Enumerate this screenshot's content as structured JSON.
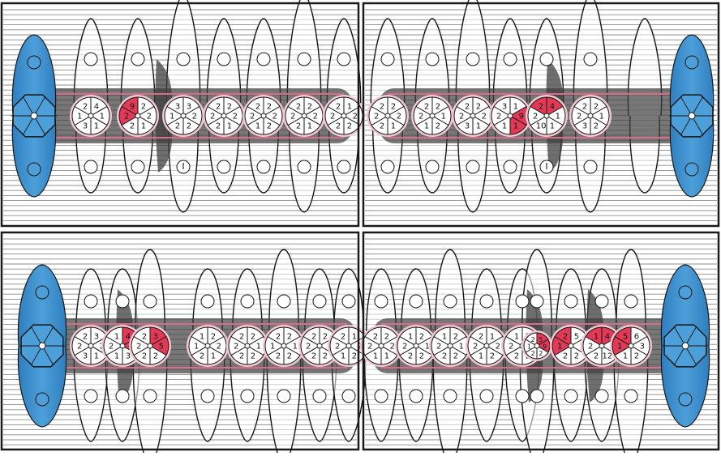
{
  "colors": {
    "frame": "#1a1a1a",
    "hatch": "#8c8c8c",
    "background": "#ffffff",
    "band_shadow": "#3d3d3d",
    "gum_line": "#d96c86",
    "tooth_fill": "#ffffff",
    "tooth_pink_tint": "#f2c9d3",
    "red_sector": "#e23a56",
    "yellow_sector": "#f0d21e",
    "molar_blue": "#4d9fd9",
    "molar_blue_dark": "#2f7fbf",
    "outline": "#161616"
  },
  "quadrants": [
    {
      "id": "upper-right",
      "teeth": [
        {
          "nums": [
            "4",
            "1",
            "1",
            "3",
            "1",
            "2"
          ],
          "red": []
        },
        {
          "nums": [
            "2",
            "2",
            "1",
            "2",
            "2",
            "9"
          ],
          "red": [
            4,
            5
          ]
        },
        {
          "nums": [
            "3",
            "2",
            "2",
            "2",
            "1",
            "3"
          ],
          "red": []
        },
        {
          "nums": [
            "2",
            "2",
            "1",
            "2",
            "2",
            "2"
          ],
          "red": []
        },
        {
          "nums": [
            "2",
            "2",
            "2",
            "1",
            "2",
            "2"
          ],
          "red": []
        },
        {
          "nums": [
            "2",
            "2",
            "1",
            "2",
            "2",
            "2"
          ],
          "red": []
        },
        {
          "nums": [
            "1",
            "2",
            "2",
            "2",
            "2",
            "2"
          ],
          "red": []
        }
      ],
      "roots": [
        "",
        "",
        "I",
        "",
        "",
        "",
        ""
      ]
    },
    {
      "id": "upper-left",
      "teeth": [
        {
          "nums": [
            "2",
            "2",
            "1",
            "2",
            "2",
            "2"
          ],
          "red": []
        },
        {
          "nums": [
            "2",
            "1",
            "2",
            "1",
            "2",
            "2"
          ],
          "red": []
        },
        {
          "nums": [
            "2",
            "2",
            "1",
            "3",
            "2",
            "2"
          ],
          "red": []
        },
        {
          "nums": [
            "1",
            "9",
            "1",
            "1",
            "2",
            "3"
          ],
          "red": [
            1,
            2
          ]
        },
        {
          "nums": [
            "4",
            "1",
            "1",
            "10",
            "2",
            "2"
          ],
          "red": [
            0,
            5
          ]
        },
        {
          "nums": [
            "2",
            "1",
            "2",
            "3",
            "2",
            "2"
          ],
          "red": []
        }
      ],
      "roots": [
        "",
        "",
        "",
        "",
        "I",
        ""
      ]
    },
    {
      "id": "lower-right",
      "teeth": [
        {
          "nums": [
            "3",
            "2",
            "1",
            "3",
            "2",
            "2"
          ],
          "red": []
        },
        {
          "nums": [
            "4",
            "1",
            "3",
            "1",
            "2",
            "1"
          ],
          "red": [
            0,
            1
          ]
        },
        {
          "nums": [
            "3",
            "5",
            "2",
            "2",
            "2",
            "2"
          ],
          "red": [
            0,
            1
          ]
        },
        {
          "nums": [
            "2",
            "2",
            "1",
            "2",
            "1",
            "1"
          ],
          "red": []
        },
        {
          "nums": [
            "2",
            "1",
            "2",
            "2",
            "2",
            "2"
          ],
          "red": []
        },
        {
          "nums": [
            "2",
            "1",
            "2",
            "2",
            "1",
            "2"
          ],
          "red": []
        },
        {
          "nums": [
            "2",
            "1",
            "2",
            "2",
            "2",
            "2"
          ],
          "red": []
        },
        {
          "nums": [
            "1",
            "2",
            "2",
            "1",
            "2",
            "2"
          ],
          "red": []
        }
      ],
      "roots": [
        "",
        "",
        "",
        "",
        "",
        "",
        "",
        ""
      ]
    },
    {
      "id": "lower-left",
      "teeth": [
        {
          "nums": [
            "2",
            "2",
            "1",
            "1",
            "2",
            "2"
          ],
          "red": []
        },
        {
          "nums": [
            "2",
            "1",
            "2",
            "2",
            "2",
            "1"
          ],
          "red": []
        },
        {
          "nums": [
            "2",
            "1",
            "2",
            "2",
            "2",
            "1"
          ],
          "red": []
        },
        {
          "nums": [
            "1",
            "2",
            "2",
            "1",
            "2",
            "2"
          ],
          "red": []
        },
        {
          "nums": [
            "2",
            "1",
            "2",
            "2",
            "2",
            "1"
          ],
          "red": []
        },
        {
          "nums": [
            "5",
            "9",
            "2",
            "2",
            "1",
            "2"
          ],
          "red": [
            0,
            1
          ]
        },
        {
          "nums": [
            "5",
            "1",
            "2",
            "2",
            "1",
            "2"
          ],
          "red": [
            4,
            5
          ]
        },
        {
          "nums": [
            "4",
            "1",
            "12",
            "2",
            "2",
            "1"
          ],
          "red": [
            0,
            5
          ]
        },
        {
          "nums": [
            "6",
            "3",
            "2",
            "1",
            "1",
            "5"
          ],
          "red": [
            4,
            5
          ]
        }
      ],
      "roots": [
        "",
        "",
        "",
        "",
        "",
        "",
        "",
        "",
        ""
      ]
    }
  ]
}
